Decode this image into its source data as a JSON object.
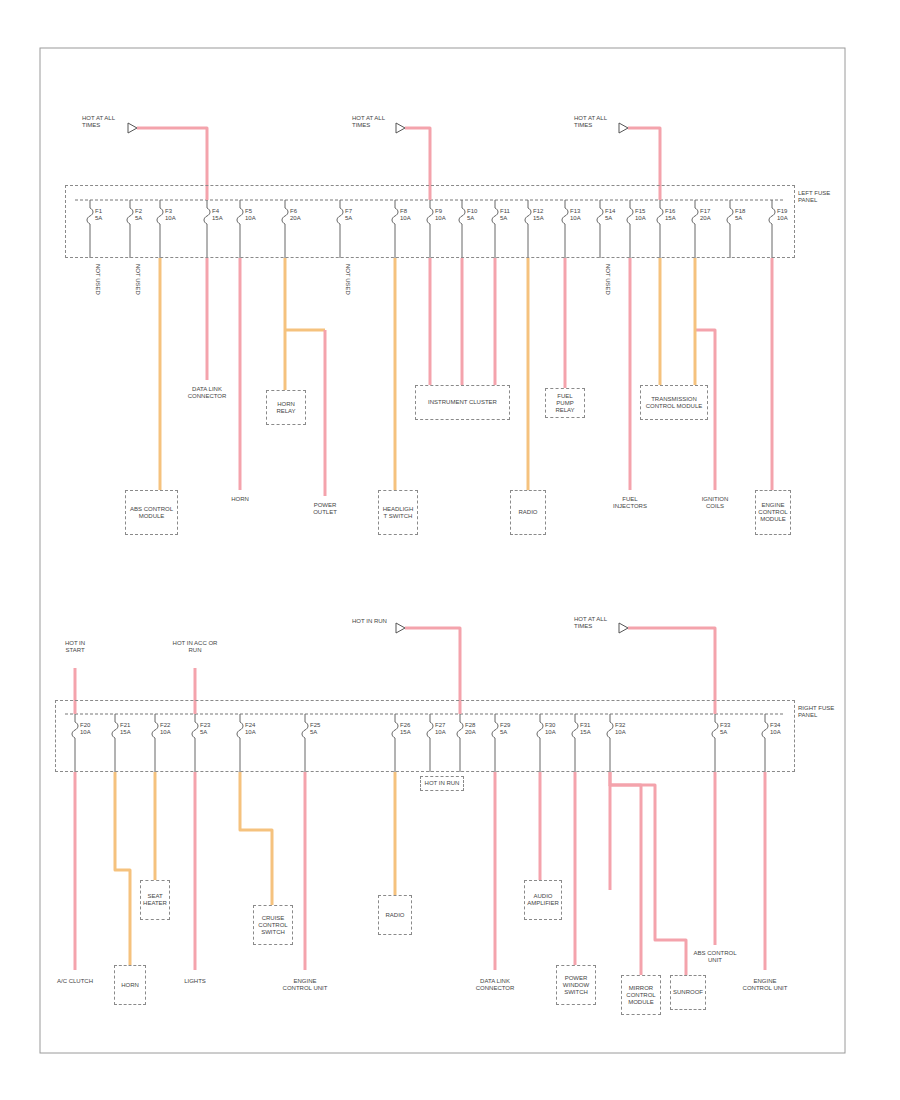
{
  "diagram": {
    "nodes": [
      {
        "text": [
          "LEFT FUSE PANEL"
        ]
      },
      {
        "text": [
          "HOT IN RUN"
        ]
      },
      {
        "text": [
          "ABS CONTROL MODULE"
        ]
      },
      {
        "text": [
          "HORN RELAY"
        ]
      },
      {
        "text": [
          "INSTRUMENT CLUSTER"
        ]
      },
      {
        "text": [
          "HEADLIGHT SWITCH"
        ]
      },
      {
        "text": [
          "RADIO"
        ]
      },
      {
        "text": [
          "FUEL PUMP RELAY"
        ]
      },
      {
        "text": [
          "TRANSMISSION CONTROL MODULE"
        ]
      },
      {
        "text": [
          "ENGINE CONTROL MODULE"
        ]
      },
      {
        "text": [
          "RIGHT FUSE PANEL"
        ]
      },
      {
        "text": [
          "SEAT HEATER"
        ]
      },
      {
        "text": [
          "HORN"
        ]
      },
      {
        "text": [
          "CRUISE CONTROL SWITCH"
        ]
      },
      {
        "text": [
          "RADIO"
        ]
      },
      {
        "text": [
          "AUDIO AMPLIFIER"
        ]
      },
      {
        "text": [
          "POWER WINDOW SWITCH"
        ]
      },
      {
        "text": [
          "MIRROR CONTROL MODULE"
        ]
      },
      {
        "text": [
          "SUNROOF"
        ]
      }
    ],
    "edges": [
      {
        "from": 0,
        "to": 2,
        "arrow": "none"
      },
      {
        "from": 0,
        "to": 3,
        "arrow": "none"
      },
      {
        "from": 0,
        "to": 4,
        "arrow": "none"
      },
      {
        "from": 0,
        "to": 4,
        "arrow": "none"
      },
      {
        "from": 0,
        "to": 4,
        "arrow": "none"
      },
      {
        "from": 0,
        "to": 5,
        "arrow": "none"
      },
      {
        "from": 0,
        "to": 6,
        "arrow": "none"
      },
      {
        "from": 0,
        "to": 7,
        "arrow": "none"
      },
      {
        "from": 0,
        "to": 8,
        "arrow": "none"
      },
      {
        "from": 0,
        "to": 8,
        "arrow": "none"
      },
      {
        "from": 0,
        "to": 9,
        "arrow": "none"
      },
      {
        "from": 10,
        "to": 11,
        "arrow": "none"
      },
      {
        "from": 10,
        "to": 12,
        "arrow": "none"
      },
      {
        "from": 10,
        "to": 13,
        "arrow": "none"
      },
      {
        "from": 10,
        "to": 14,
        "arrow": "none"
      },
      {
        "from": 10,
        "to": 15,
        "arrow": "none"
      },
      {
        "from": 10,
        "to": 16,
        "arrow": "none"
      },
      {
        "from": 10,
        "to": 17,
        "arrow": "none"
      },
      {
        "from": 10,
        "to": 18,
        "arrow": "none"
      }
    ],
    "labels": [
      "HOT AT ALL TIMES",
      "HOT AT ALL TIMES",
      "HOT AT ALL TIMES",
      "F1 5A",
      "F2 5A",
      "F3 10A",
      "F4 15A",
      "F5 10A",
      "F6 20A",
      "F7 5A",
      "F8 10A",
      "F9 10A",
      "F10 5A",
      "F11 5A",
      "F12 15A",
      "F13 10A",
      "F14 5A",
      "F15 10A",
      "F16 15A",
      "F17 20A",
      "F18 5A",
      "F19 10A",
      "NOT USED",
      "NOT USED",
      "NOT USED",
      "NOT USED",
      "DATA LINK CONNECTOR",
      "HORN",
      "POWER OUTLET",
      "FUEL INJECTORS",
      "IGNITION COILS",
      "HOT IN START",
      "HOT IN ACC OR RUN",
      "HOT IN RUN",
      "HOT AT ALL TIMES",
      "F20 10A",
      "F21 15A",
      "F22 10A",
      "F23 5A",
      "F24 10A",
      "F25 5A",
      "F26 15A",
      "F27 10A",
      "F28 20A",
      "F29 5A",
      "F30 10A",
      "F31 15A",
      "F32 10A",
      "F33 5A",
      "F34 10A",
      "A/C CLUTCH",
      "LIGHTS",
      "ENGINE CONTROL UNIT",
      "DATA LINK CONNECTOR",
      "ABS CONTROL UNIT",
      "ENGINE CONTROL UNIT"
    ]
  }
}
